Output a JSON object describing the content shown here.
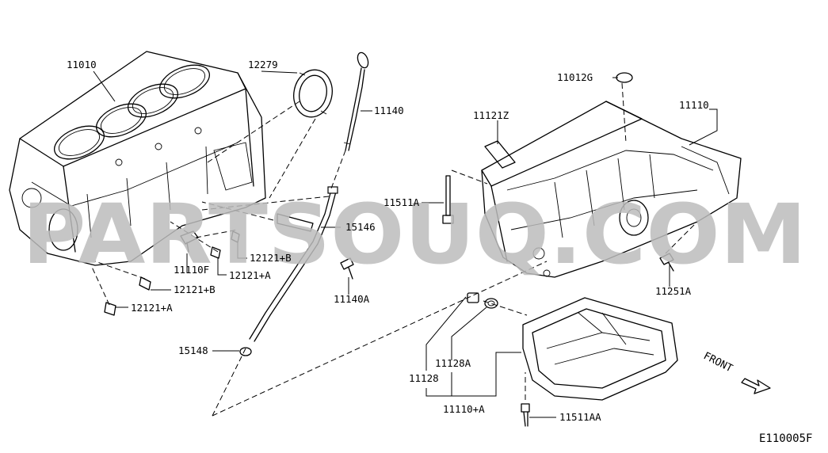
{
  "watermark": "PARTSOUQ.COM",
  "diagram_code": "E110005F",
  "front_label": "FRONT",
  "parts": [
    {
      "id": "block",
      "label": "11010"
    },
    {
      "id": "rear-seal",
      "label": "12279"
    },
    {
      "id": "dipstick",
      "label": "11140"
    },
    {
      "id": "guide-tube",
      "label": "15146"
    },
    {
      "id": "tube-clip",
      "label": "15148"
    },
    {
      "id": "tube-bolt",
      "label": "11140A"
    },
    {
      "id": "block-bolt",
      "label": "11110F"
    },
    {
      "id": "plug-b-upper",
      "label": "12121+B"
    },
    {
      "id": "plug-a-upper",
      "label": "12121+A"
    },
    {
      "id": "plug-b-lower",
      "label": "12121+B"
    },
    {
      "id": "plug-a-lower",
      "label": "12121+A"
    },
    {
      "id": "plug-g",
      "label": "11012G"
    },
    {
      "id": "upper-pan",
      "label": "11110"
    },
    {
      "id": "pan-gasket-z",
      "label": "11121Z"
    },
    {
      "id": "pan-stud",
      "label": "11511A"
    },
    {
      "id": "pan-bolt",
      "label": "11251A"
    },
    {
      "id": "drain-plug",
      "label": "11128"
    },
    {
      "id": "drain-washer",
      "label": "11128A"
    },
    {
      "id": "lower-pan",
      "label": "11110+A"
    },
    {
      "id": "lower-pan-bolt",
      "label": "11511AA"
    }
  ]
}
